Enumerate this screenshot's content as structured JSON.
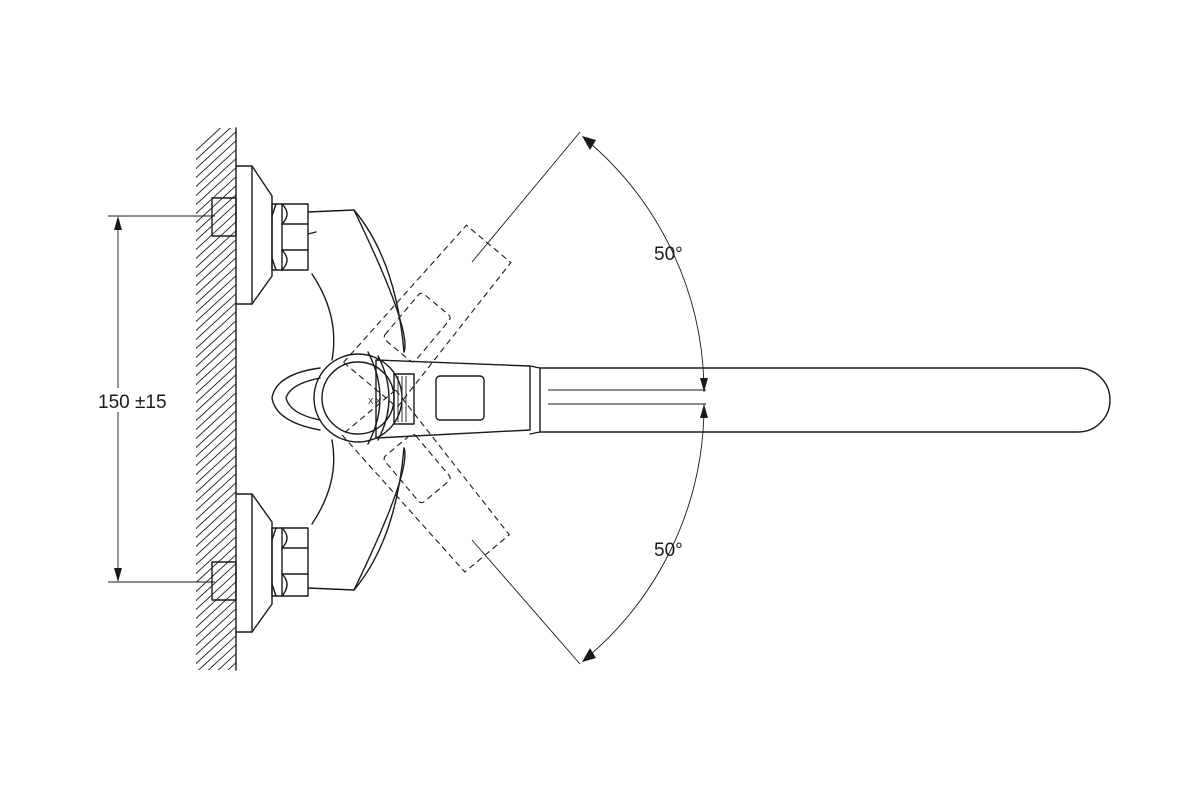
{
  "drawing": {
    "dimension_label": "150 ±15",
    "angle_top_label": "50°",
    "angle_bottom_label": "50°",
    "lever_marks": "X X"
  }
}
